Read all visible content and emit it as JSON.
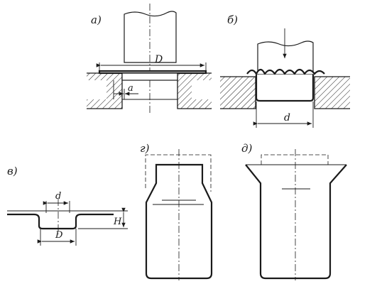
{
  "colors": {
    "ink": "#1a1a1a",
    "paper": "#ffffff"
  },
  "panels": {
    "a": {
      "label": "а)",
      "dims": {
        "D": "D",
        "a": "a"
      }
    },
    "b": {
      "label": "б)",
      "dims": {
        "d": "d"
      }
    },
    "v": {
      "label": "в)",
      "dims": {
        "d": "d",
        "D": "D",
        "H": "H"
      }
    },
    "g": {
      "label": "г)"
    },
    "d": {
      "label": "д)"
    }
  }
}
